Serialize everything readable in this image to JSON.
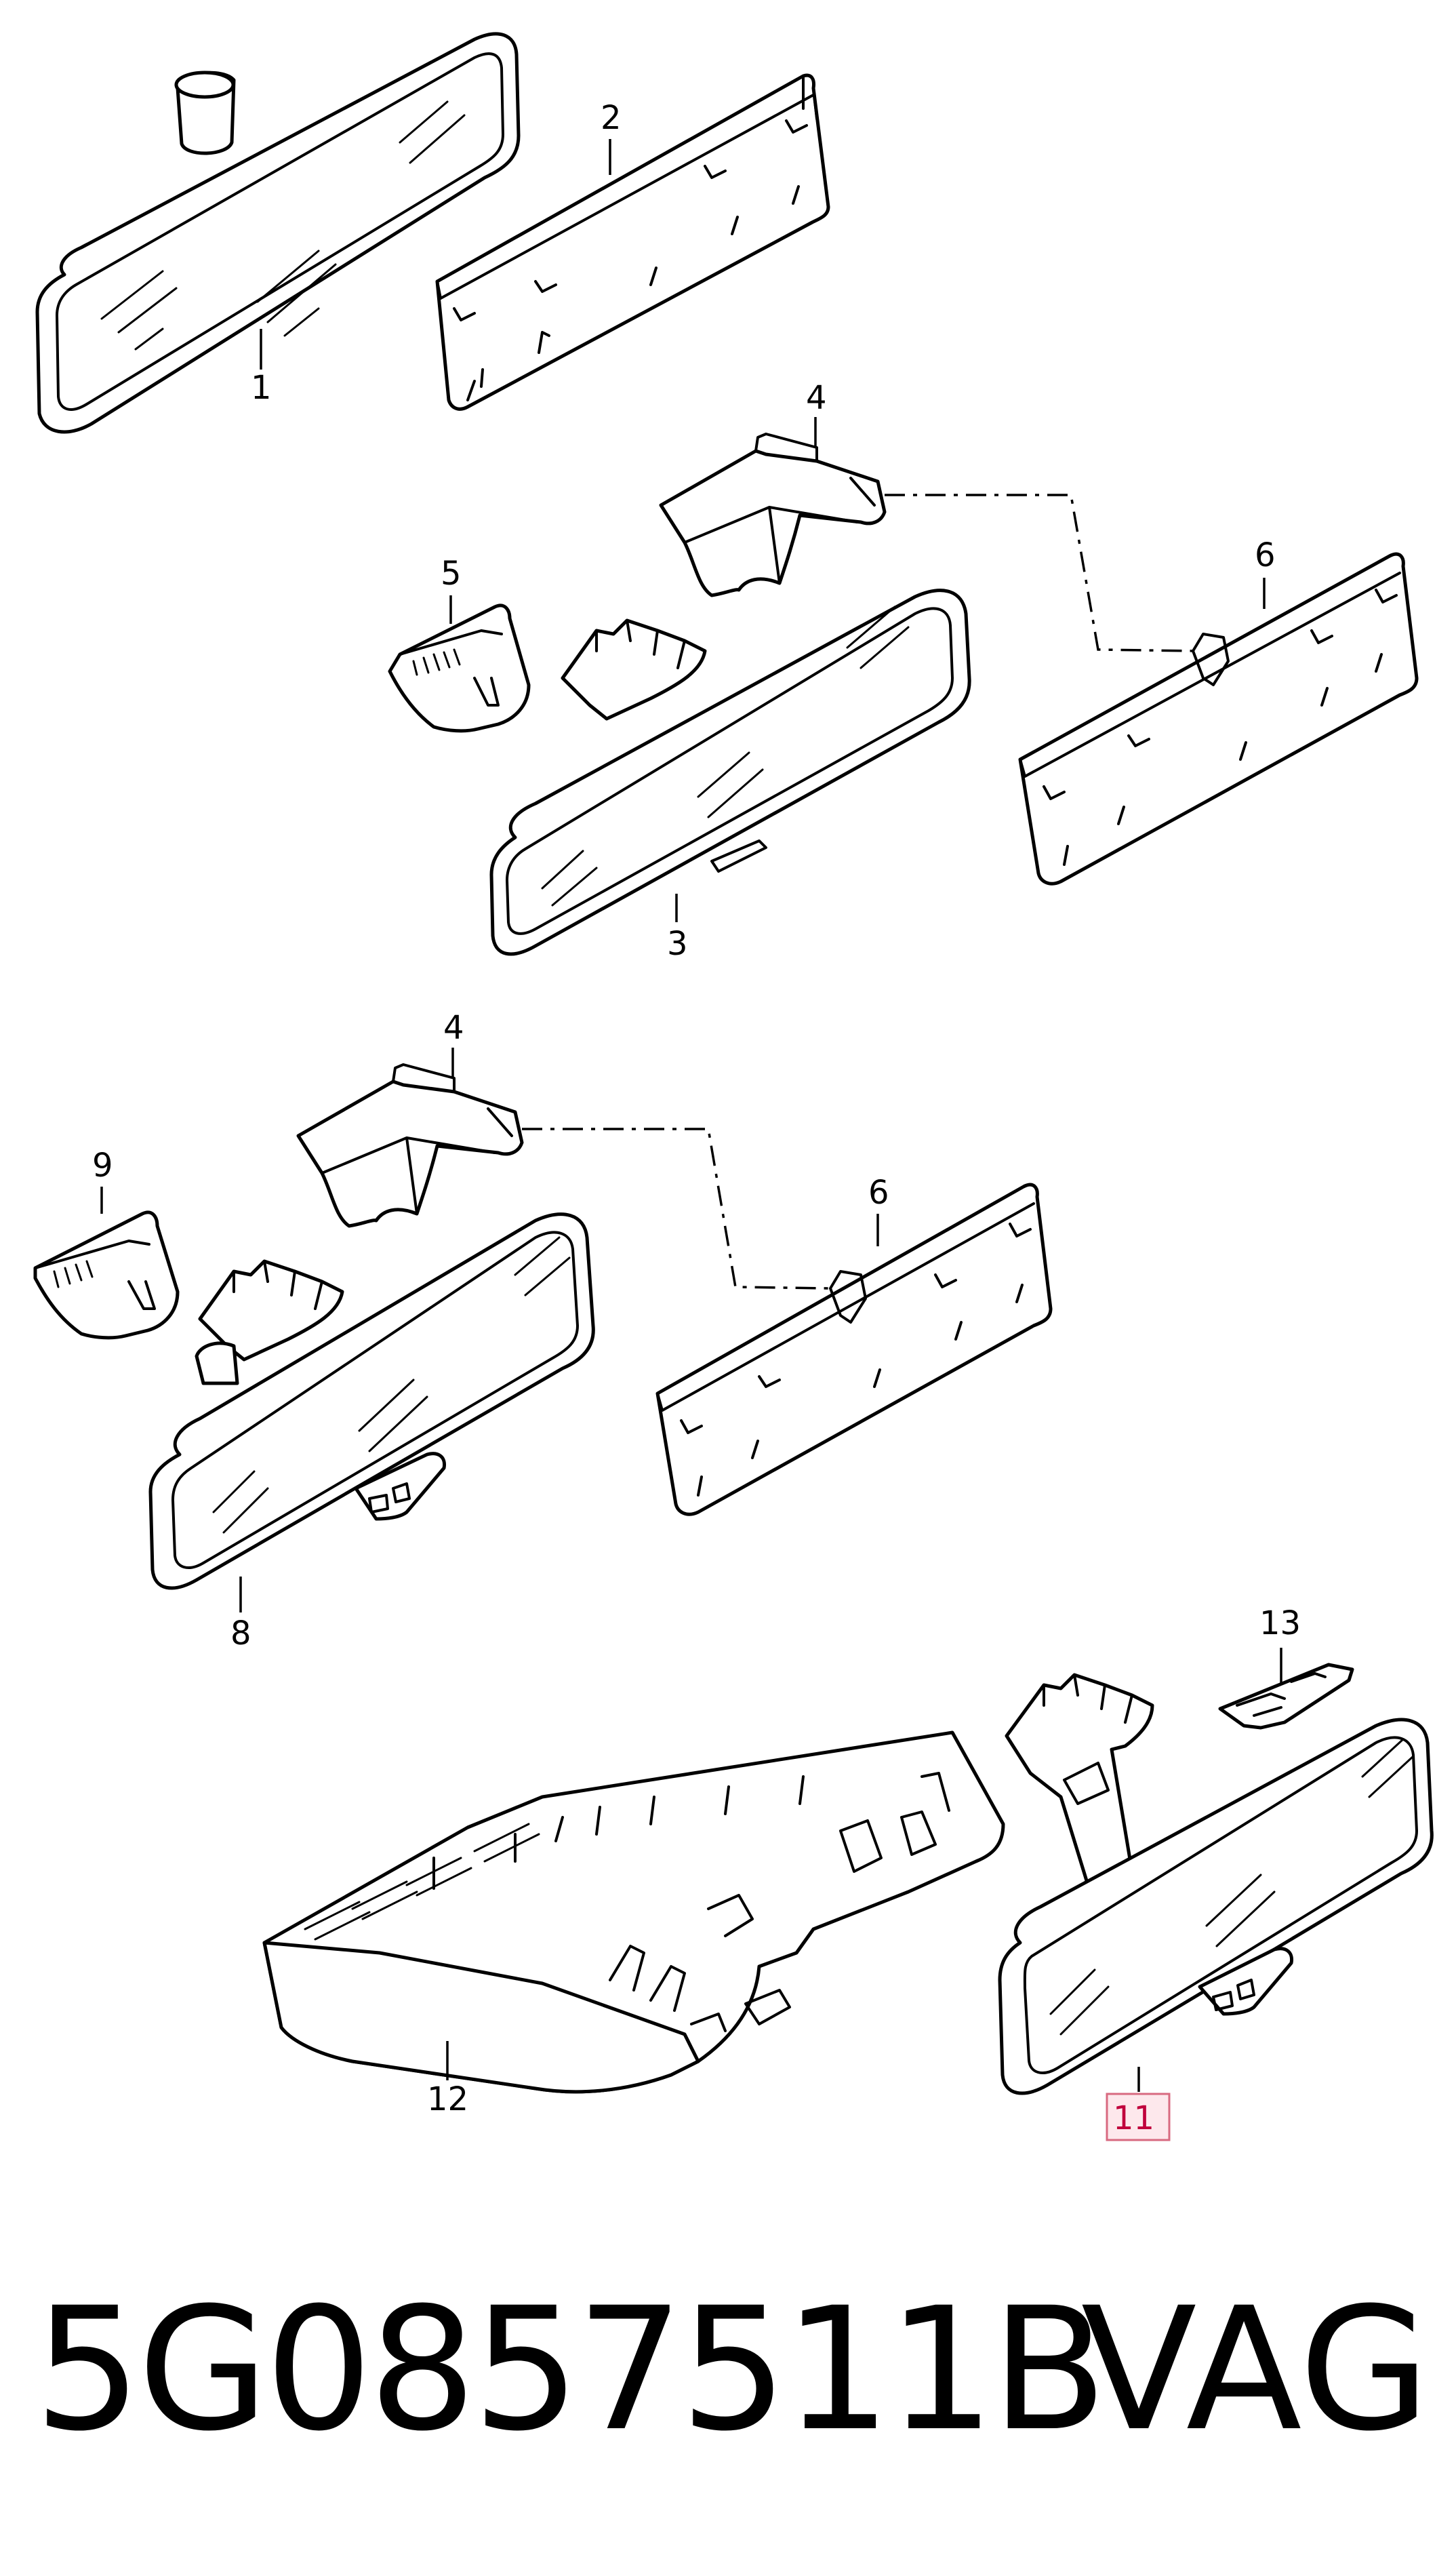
{
  "callouts": {
    "c1": "1",
    "c2": "2",
    "c3": "3",
    "c4a": "4",
    "c4b": "4",
    "c5": "5",
    "c6a": "6",
    "c6b": "6",
    "c8": "8",
    "c9": "9",
    "c11": "11",
    "c12": "12",
    "c13": "13"
  },
  "highlighted_callout": "11",
  "colors": {
    "highlight_fill": "#fde8ec",
    "highlight_stroke": "#d86a80",
    "highlight_text": "#c0003c"
  },
  "footer": {
    "part_number": "5G0857511B",
    "brand": "VAG"
  }
}
